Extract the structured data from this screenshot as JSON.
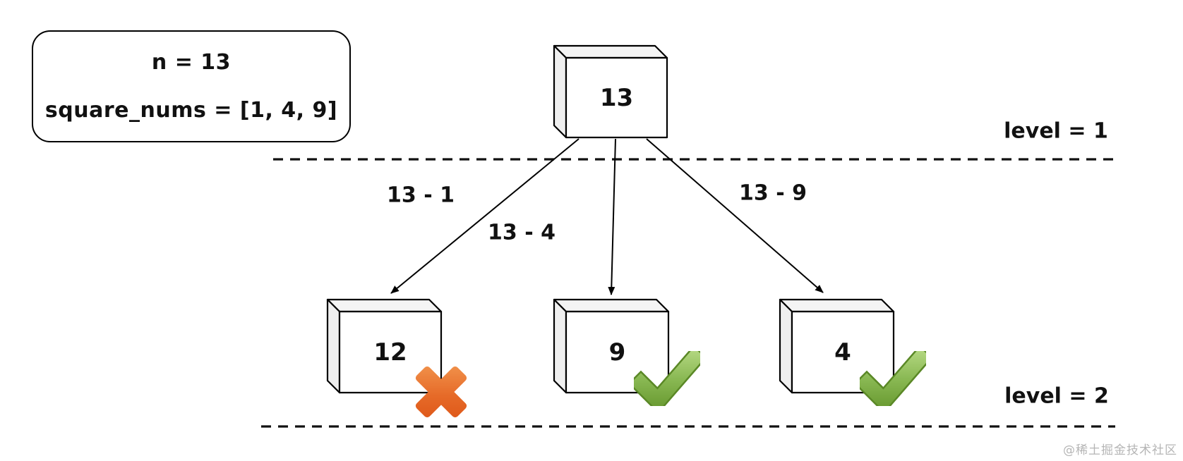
{
  "info_box": {
    "line1": "n = 13",
    "line2": "square_nums = [1, 4, 9]"
  },
  "tree": {
    "root": {
      "value": "13"
    },
    "children": [
      {
        "value": "12",
        "edge_label": "13 - 1",
        "status": "rejected",
        "status_icon": "cross-mark"
      },
      {
        "value": "9",
        "edge_label": "13 - 4",
        "status": "accepted",
        "status_icon": "check-mark"
      },
      {
        "value": "4",
        "edge_label": "13 - 9",
        "status": "accepted",
        "status_icon": "check-mark"
      }
    ]
  },
  "levels": [
    {
      "label": "level = 1"
    },
    {
      "label": "level = 2"
    }
  ],
  "watermark": "@稀土掘金技术社区",
  "colors": {
    "outline": "#000000",
    "box_face": "#ffffff",
    "box_side": "#f4f4f4",
    "cross_mark_top": "#f39a52",
    "cross_mark_bottom": "#dc5214",
    "check_mark_top": "#b2d67f",
    "check_mark_bottom": "#6b9c33",
    "check_mark_rim": "#5a8826",
    "watermark_text": "#b5b5b5"
  }
}
